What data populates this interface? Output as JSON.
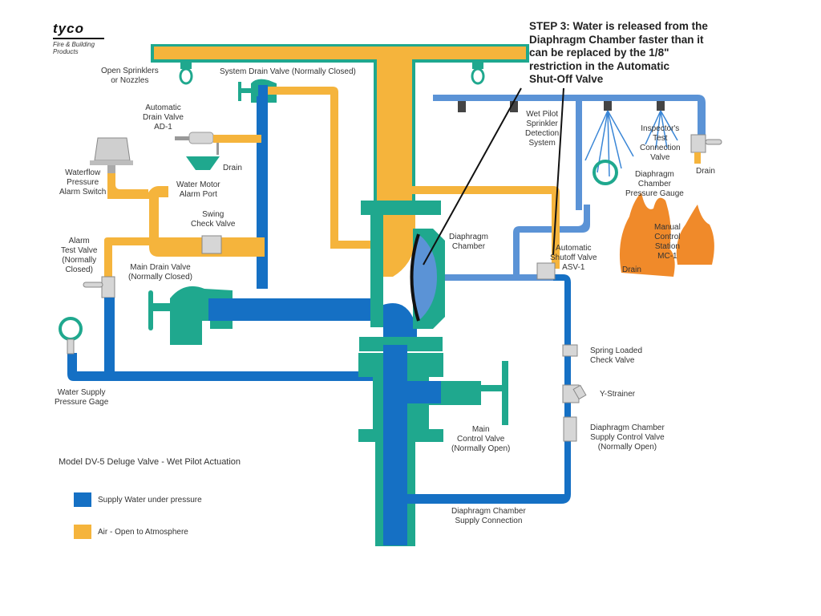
{
  "logo": {
    "brand": "tyco",
    "subtitle": "Fire & Building\nProducts"
  },
  "step_note": "STEP 3: Water is released from the\nDiaphragm Chamber faster than it\ncan be replaced by the 1/8\"\nrestriction in the Automatic\nShut-Off Valve",
  "labels": {
    "open_sprinklers": "Open Sprinklers\nor Nozzles",
    "system_drain_valve": "System Drain Valve (Normally Closed)",
    "automatic_drain_valve": "Automatic\nDrain Valve\nAD-1",
    "drain_left": "Drain",
    "waterflow_switch": "Waterflow\nPressure\nAlarm Switch",
    "water_motor_alarm_port": "Water Motor\nAlarm Port",
    "swing_check_valve": "Swing\nCheck Valve",
    "alarm_test_valve": "Alarm\nTest Valve\n(Normally\nClosed)",
    "main_drain_valve": "Main Drain Valve\n(Normally Closed)",
    "water_supply_gage": "Water Supply\nPressure Gage",
    "diaphragm_chamber": "Diaphragm\nChamber",
    "wet_pilot_system": "Wet Pilot\nSprinkler\nDetection\nSystem",
    "inspectors_test_valve": "Inspector's\nTest\nConnection\nValve",
    "drain_right": "Drain",
    "diaphragm_gauge": "Diaphragm\nChamber\nPressure Gauge",
    "manual_control_station": "Manual\nControl\nStation\nMC-1",
    "drain_fire": "Drain",
    "automatic_shutoff_valve": "Automatic\nShutoff Valve\nASV-1",
    "spring_check_valve": "Spring Loaded\nCheck Valve",
    "y_strainer": "Y-Strainer",
    "diaphragm_supply_control": "Diaphragm Chamber\nSupply Control Valve\n(Normally Open)",
    "main_control_valve": "Main\nControl Valve\n(Normally Open)",
    "diaphragm_supply_connection": "Diaphragm Chamber\nSupply Connection"
  },
  "title": "Model DV-5 Deluge Valve - Wet Pilot Actuation",
  "legend": [
    {
      "label": "Supply Water under pressure",
      "color": "#1570c4"
    },
    {
      "label": "Air - Open to Atmosphere",
      "color": "#f5b43c"
    }
  ],
  "colors": {
    "water": "#1570c4",
    "pilot_water": "#5b93d6",
    "air": "#f5b43c",
    "valve_body": "#1fa88e",
    "fire": "#f08a2a",
    "metal": "#d6d6d6"
  }
}
